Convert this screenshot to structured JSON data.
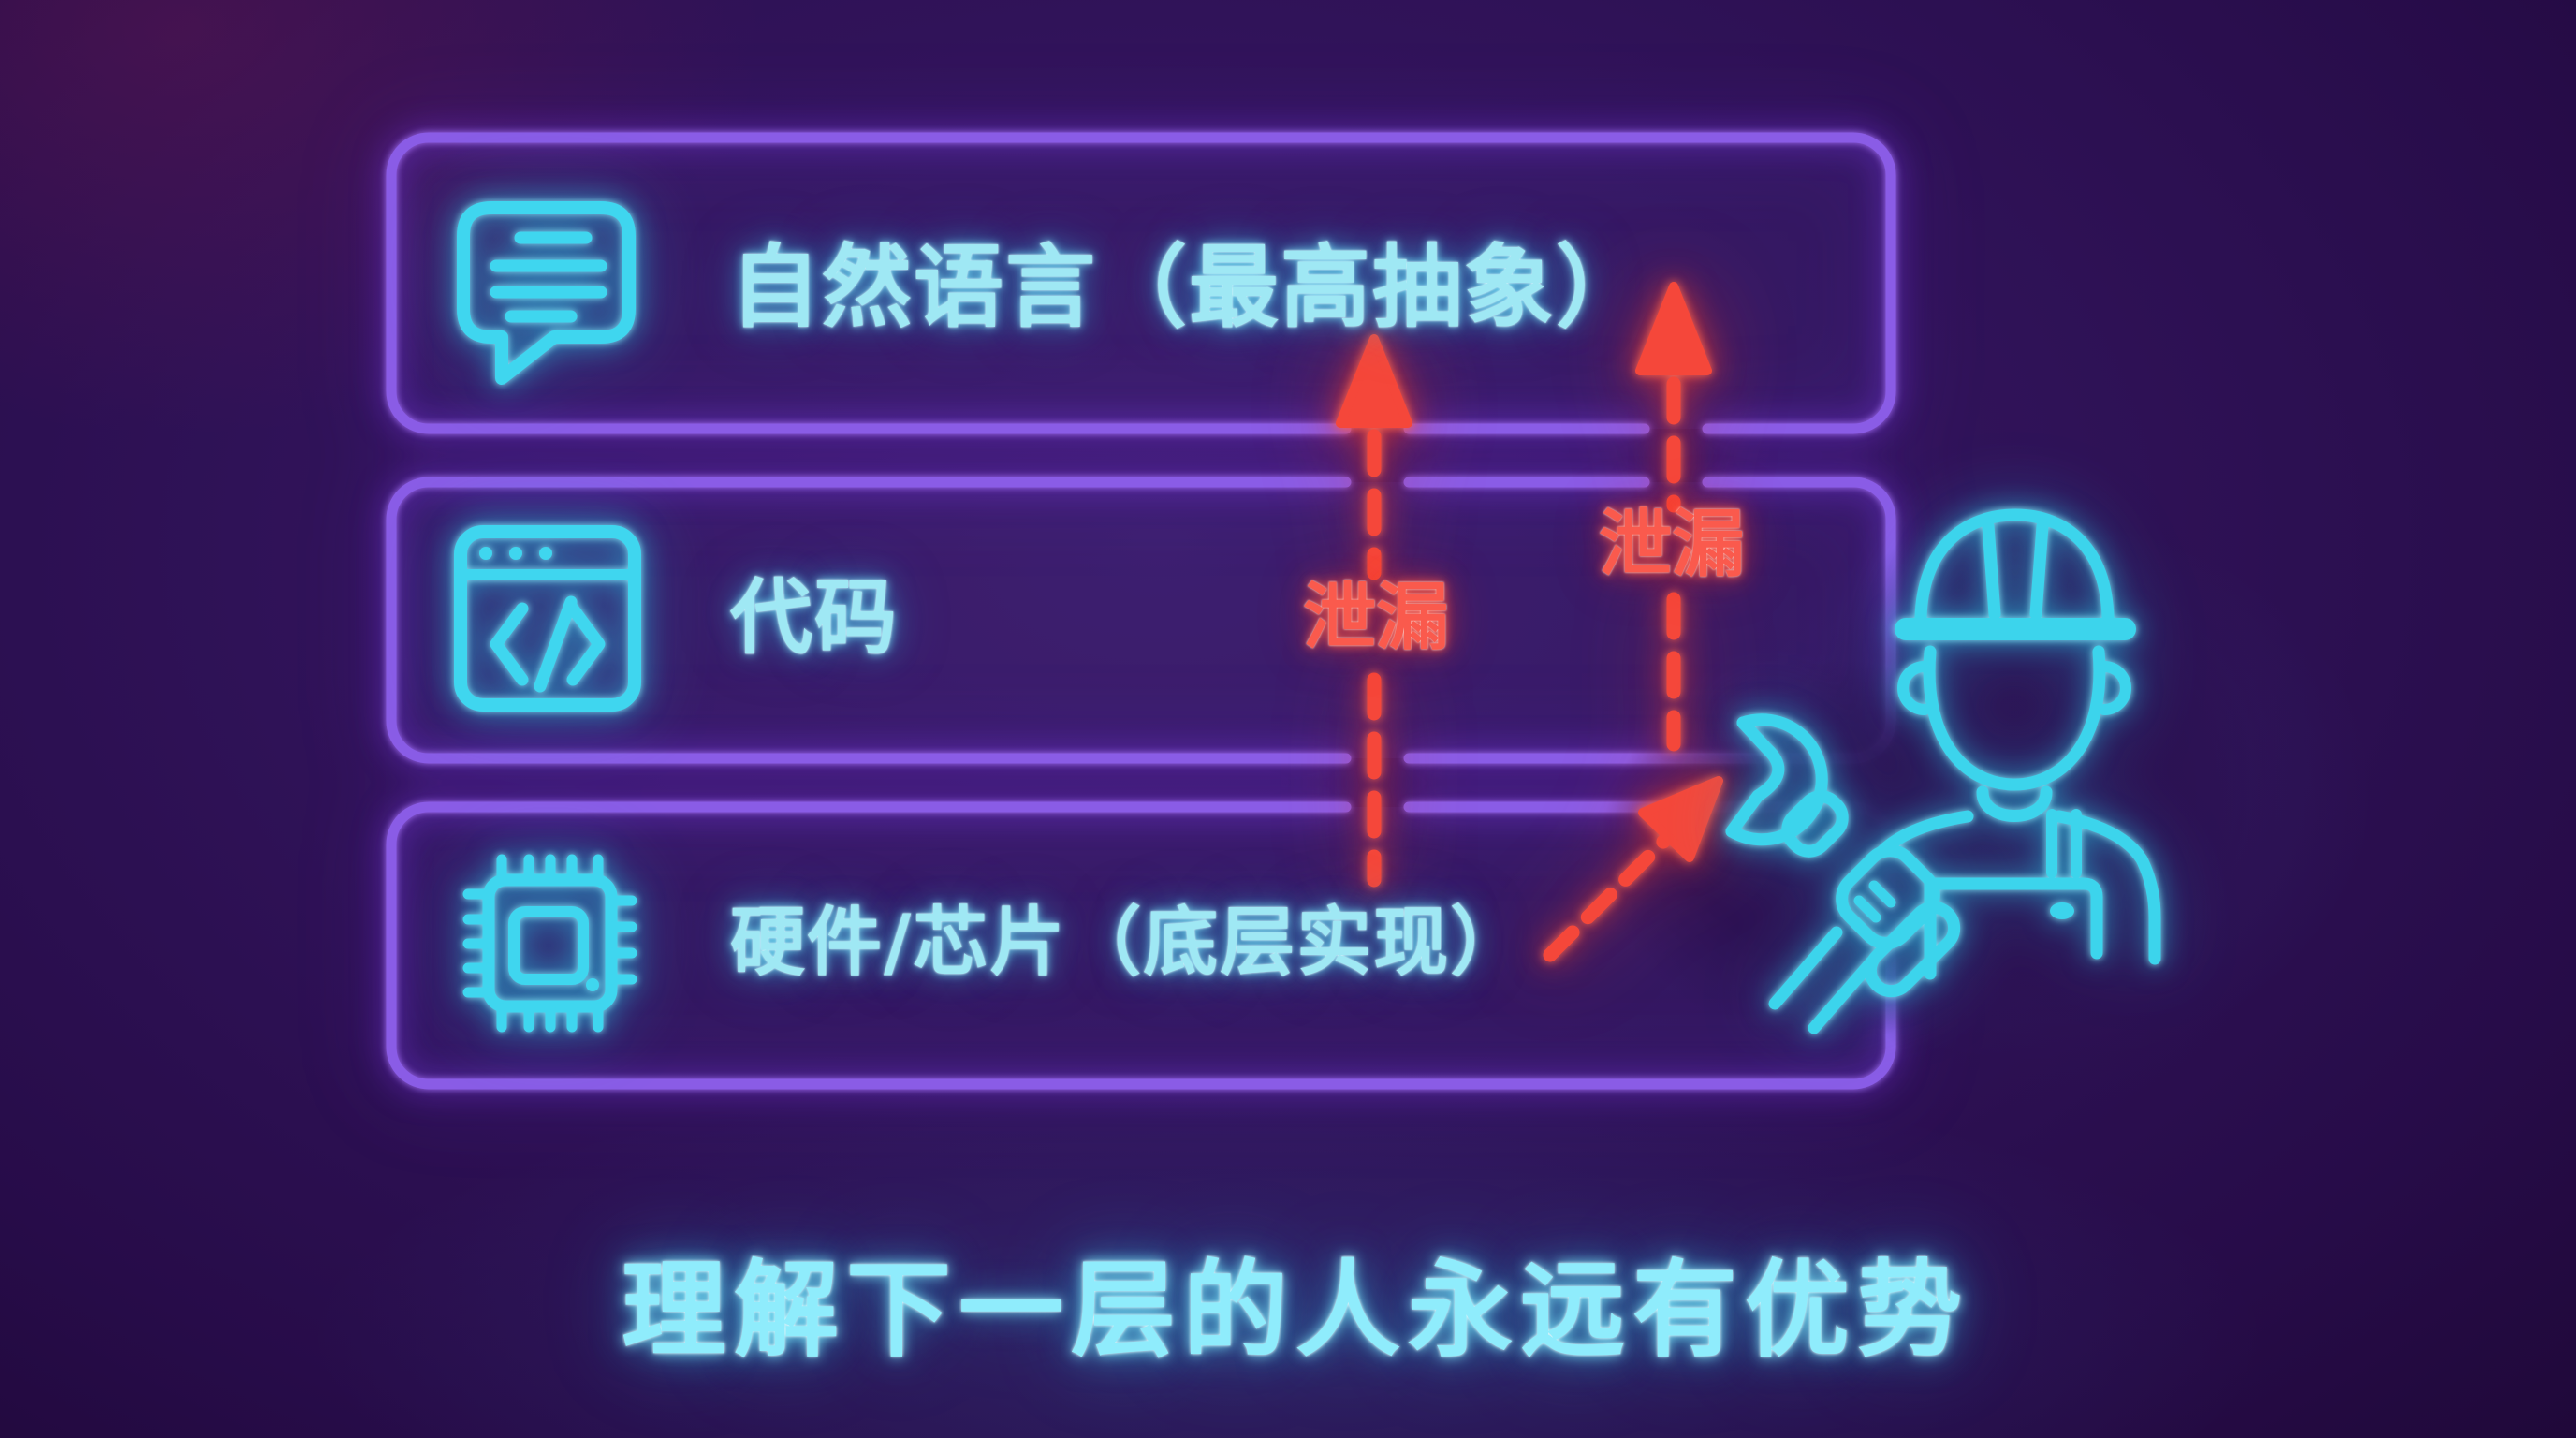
{
  "title": {
    "text": "理解下一层的人永远有优势"
  },
  "layers": [
    {
      "id": "natural-language",
      "icon": "chat-bubble-icon",
      "label": "自然语言（最高抽象）"
    },
    {
      "id": "code",
      "icon": "code-window-icon",
      "label": "代码"
    },
    {
      "id": "hardware",
      "icon": "chip-icon",
      "label": "硬件/芯片（底层实现）"
    }
  ],
  "leak_labels": {
    "left": "泄漏",
    "right": "泄漏"
  },
  "figure": {
    "icon": "engineer-with-wrench-icon"
  },
  "colors": {
    "background_core": "#2f1257",
    "box_border": "#8a5ce6",
    "neon_cyan": "#3fd6ef",
    "label_cyan": "#9fe8f4",
    "title_cyan": "#8fecfc",
    "leak_red": "#fa5a4d",
    "arrow_red": "#f5473a"
  }
}
